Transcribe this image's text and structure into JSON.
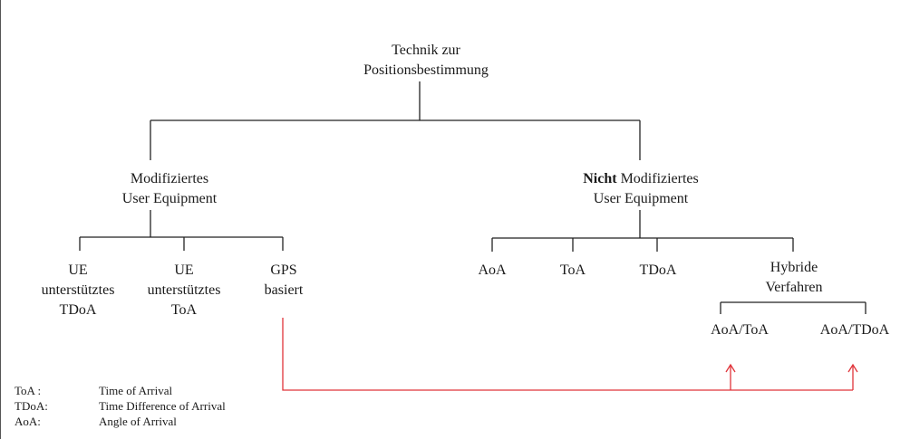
{
  "colors": {
    "tree_line": "#222222",
    "arrow": "#e0343a",
    "background": "#ffffff"
  },
  "nodes": {
    "root": {
      "line1": "Technik zur",
      "line2": "Positionsbestimmung"
    },
    "modified": {
      "line1": "Modifiziertes",
      "line2": "User Equipment"
    },
    "unmodified": {
      "bold": "Nicht",
      "line1_rest": " Modifiziertes",
      "line2": "User Equipment"
    },
    "ue_tdoa": {
      "line1": "UE",
      "line2": "unterstütztes",
      "line3": "TDoA"
    },
    "ue_toa": {
      "line1": "UE",
      "line2": "unterstütztes",
      "line3": "ToA"
    },
    "gps": {
      "line1": "GPS",
      "line2": "basiert"
    },
    "aoa": {
      "line1": "AoA"
    },
    "toa": {
      "line1": "ToA"
    },
    "tdoa": {
      "line1": "TDoA"
    },
    "hybrid": {
      "line1": "Hybride",
      "line2": "Verfahren"
    },
    "aoa_toa": {
      "line1": "AoA/ToA"
    },
    "aoa_tdoa": {
      "line1": "AoA/TDoA"
    }
  },
  "legend": [
    {
      "abbr": "ToA :",
      "meaning": "Time of Arrival"
    },
    {
      "abbr": "TDoA:",
      "meaning": "Time Difference of Arrival"
    },
    {
      "abbr": "AoA:",
      "meaning": "Angle of Arrival"
    }
  ]
}
